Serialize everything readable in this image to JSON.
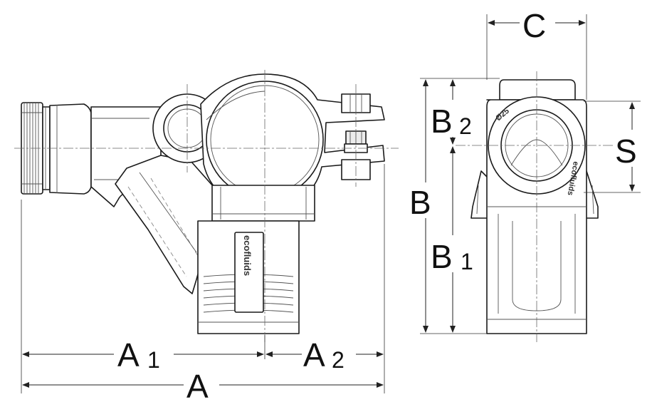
{
  "dimensions": {
    "A": {
      "letter": "A",
      "sub": ""
    },
    "A1": {
      "letter": "A",
      "sub": "1"
    },
    "A2": {
      "letter": "A",
      "sub": "2"
    },
    "B": {
      "letter": "B",
      "sub": ""
    },
    "B1": {
      "letter": "B",
      "sub": "1"
    },
    "B2": {
      "letter": "B",
      "sub": "2"
    },
    "C": {
      "letter": "C",
      "sub": ""
    },
    "S": {
      "letter": "S",
      "sub": ""
    }
  },
  "markings": {
    "front_brand": "ecofluids",
    "side_brand": "ecofluids",
    "side_size": "Ø25"
  }
}
